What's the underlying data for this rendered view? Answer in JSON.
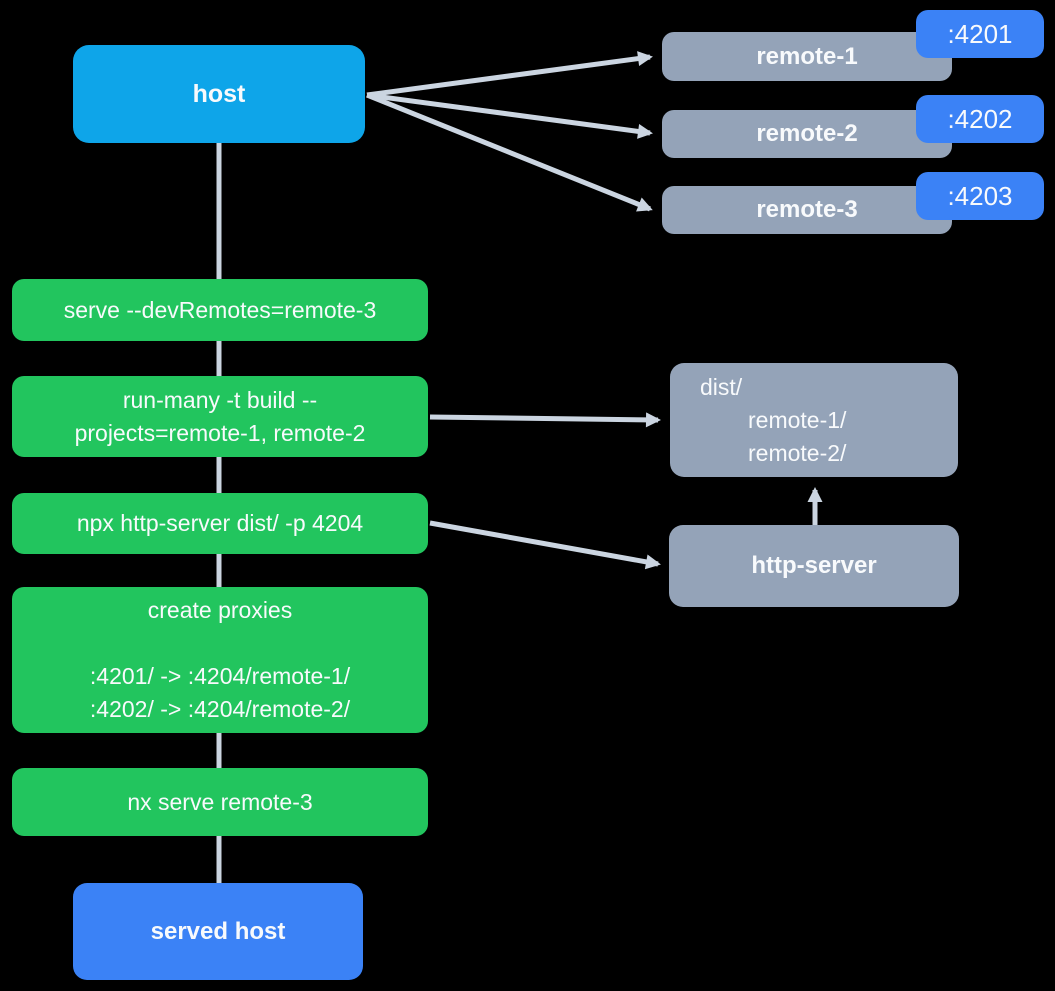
{
  "diagram": {
    "colors": {
      "background": "#000000",
      "host_fill": "#0EA5E9",
      "remote_fill": "#94A3B8",
      "port_badge_fill": "#3B82F6",
      "command_fill": "#22C55E",
      "served_host_fill": "#3B82F6",
      "edge_stroke": "#CBD5E1",
      "text": "#F8FAFC"
    },
    "host": {
      "label": "host"
    },
    "remotes": [
      {
        "label": "remote-1",
        "port": ":4201"
      },
      {
        "label": "remote-2",
        "port": ":4202"
      },
      {
        "label": "remote-3",
        "port": ":4203"
      }
    ],
    "commands": [
      {
        "lines": [
          "serve --devRemotes=remote-3"
        ]
      },
      {
        "lines": [
          "run-many -t build --",
          "projects=remote-1, remote-2"
        ]
      },
      {
        "lines": [
          "npx http-server dist/ -p 4204"
        ]
      },
      {
        "lines": [
          "create proxies",
          "",
          ":4201/ -> :4204/remote-1/",
          ":4202/ -> :4204/remote-2/"
        ]
      },
      {
        "lines": [
          "nx serve remote-3"
        ]
      }
    ],
    "dist_folder": {
      "lines": [
        "dist/",
        "remote-1/",
        "remote-2/"
      ]
    },
    "http_server": {
      "label": "http-server"
    },
    "served_host": {
      "label": "served host"
    },
    "edges": [
      {
        "from": "host",
        "to": "remote-1",
        "type": "arrow"
      },
      {
        "from": "host",
        "to": "remote-2",
        "type": "arrow"
      },
      {
        "from": "host",
        "to": "remote-3",
        "type": "arrow"
      },
      {
        "from": "host",
        "to": "served host",
        "type": "line"
      },
      {
        "from": "run-many -t build",
        "to": "dist/",
        "type": "arrow"
      },
      {
        "from": "npx http-server",
        "to": "http-server",
        "type": "arrow"
      },
      {
        "from": "http-server",
        "to": "dist/",
        "type": "arrow"
      }
    ]
  }
}
